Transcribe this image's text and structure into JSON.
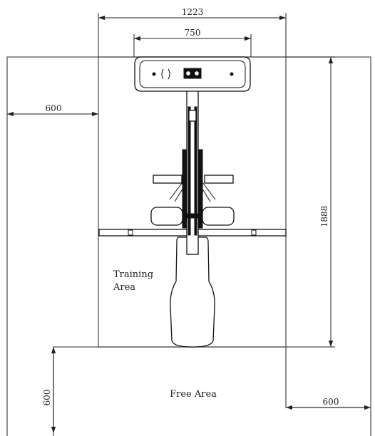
{
  "dimensions": {
    "total_width": "1223",
    "backpad_width": "750",
    "left_clearance": "600",
    "training_depth": "1888",
    "bottom_clearance": "600",
    "right_clearance": "600"
  },
  "areas": {
    "training_line1": "Training",
    "training_line2": "Area",
    "free": "Free Area"
  }
}
